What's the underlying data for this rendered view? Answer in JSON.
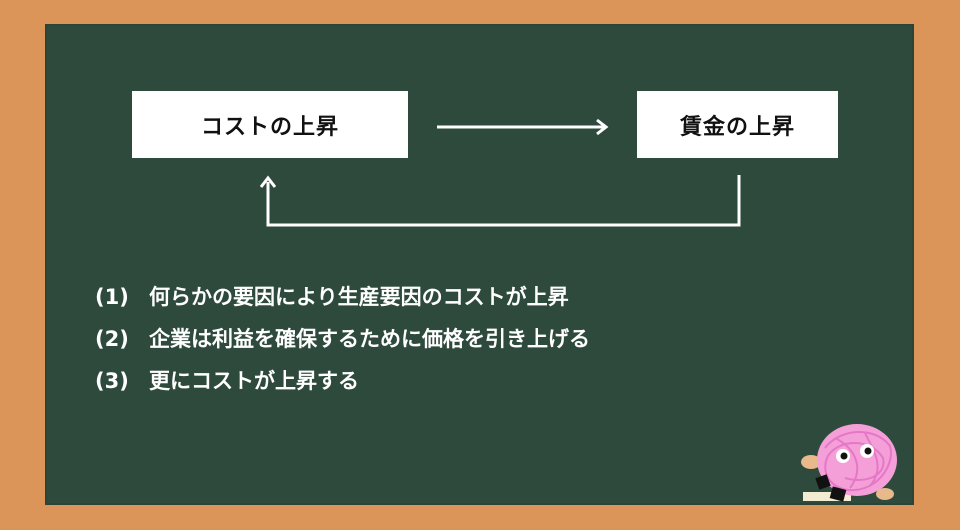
{
  "diagram": {
    "box_left": "コストの上昇",
    "box_right": "賃金の上昇"
  },
  "list": [
    {
      "num": "(1)",
      "text": "何らかの要因により生産要因のコストが上昇"
    },
    {
      "num": "(2)",
      "text": "企業は利益を確保するために価格を引き上げる"
    },
    {
      "num": "(3)",
      "text": "更にコストが上昇する"
    }
  ],
  "colors": {
    "board": "#2d4a3c",
    "frame": "#dc9558",
    "box": "#ffffff",
    "line": "#ffffff",
    "mascot": "#f59fd9"
  }
}
